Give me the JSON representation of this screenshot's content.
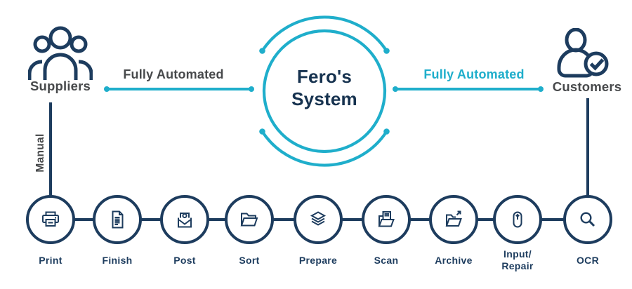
{
  "diagram_title": {
    "line1": "Fero's",
    "line2": "System"
  },
  "left_group": {
    "label": "Suppliers",
    "icon": "people-group-icon"
  },
  "right_group": {
    "label": "Customers",
    "icon": "person-check-icon"
  },
  "flows": {
    "left_automated": {
      "label": "Fully Automated",
      "style": "teal line with end dots, dark gray text"
    },
    "right_automated": {
      "label": "Fully Automated",
      "style": "teal line with end dots, teal text"
    },
    "manual": {
      "label": "Manual",
      "style": "vertical navy line, rotated gray text"
    }
  },
  "steps": [
    {
      "label": "Print",
      "icon": "printer-icon"
    },
    {
      "label": "Finish",
      "icon": "document-icon"
    },
    {
      "label": "Post",
      "icon": "envelope-stamp-icon"
    },
    {
      "label": "Sort",
      "icon": "open-folder-icon"
    },
    {
      "label": "Prepare",
      "icon": "layers-icon"
    },
    {
      "label": "Scan",
      "icon": "folder-document-icon"
    },
    {
      "label": "Archive",
      "icon": "folder-arrow-icon"
    },
    {
      "label": "Input/",
      "label2": "Repair",
      "icon": "mouse-icon"
    },
    {
      "label": "OCR",
      "icon": "magnifier-icon"
    }
  ],
  "colors": {
    "navy": "#1D3C5E",
    "title_navy": "#16324F",
    "teal": "#1FAECB",
    "dark_gray": "#47494B",
    "background": "#FFFFFF"
  }
}
